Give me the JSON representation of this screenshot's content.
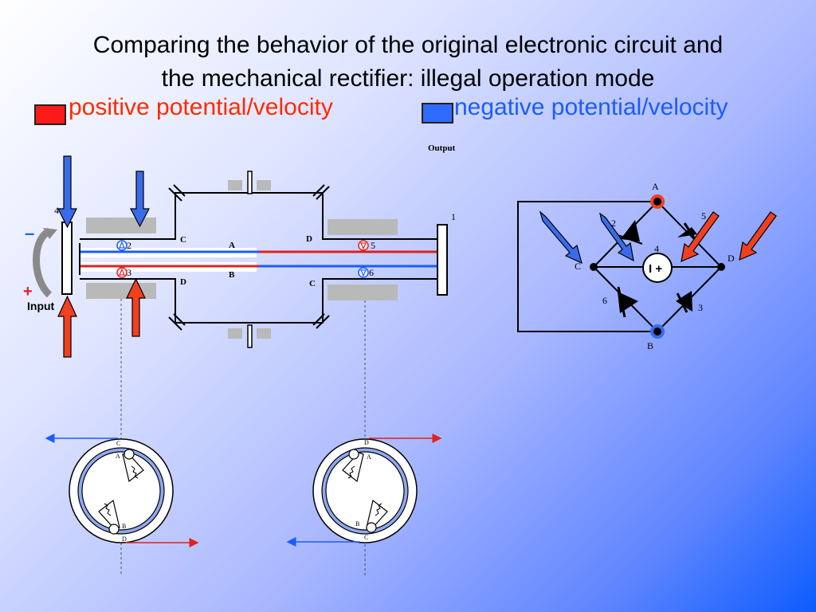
{
  "title": {
    "line1": "Comparing the behavior of the original electronic circuit and",
    "line2": "the mechanical rectifier: illegal operation mode"
  },
  "legend": {
    "positive": "positive potential/velocity",
    "negative": "negative potential/velocity",
    "positive_color": "#ff2a00",
    "negative_color": "#1a5cff"
  },
  "mechanical": {
    "output_label": "Output",
    "input_label": "Input",
    "minus_sign": "–",
    "plus_sign": "+",
    "num_4": "4",
    "num_1": "1",
    "num_2": "2",
    "num_3": "3",
    "num_5": "5",
    "num_6": "6",
    "C_top": "C",
    "D_bottom": "D",
    "A_mid": "A",
    "B_mid": "B",
    "D_top": "D",
    "C_bottom": "C"
  },
  "circuit": {
    "A": "A",
    "B": "B",
    "C": "C",
    "D": "D",
    "d2": "2",
    "d5": "5",
    "d4": "4",
    "d6": "6",
    "d3": "3",
    "source": "I +"
  },
  "wheel_left": {
    "top": "C",
    "a": "A",
    "b": "B",
    "bottom": "D"
  },
  "wheel_right": {
    "top": "D",
    "a": "A",
    "b": "B",
    "bottom": "C"
  }
}
